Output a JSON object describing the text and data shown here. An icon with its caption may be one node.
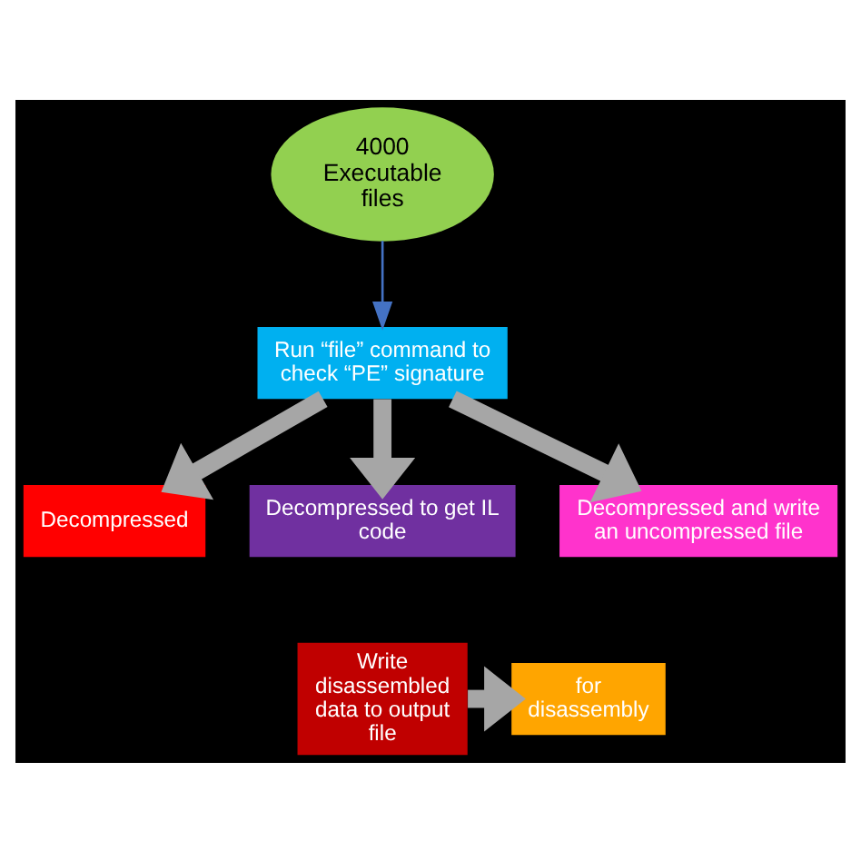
{
  "diagram": {
    "nodes": [
      {
        "text": [
          "4000 Executable files"
        ]
      },
      {
        "text": [
          "Run “file” command to check “PE” signature"
        ]
      },
      {
        "text": [
          "Decompressed"
        ]
      },
      {
        "text": [
          "Decompressed to get IL code"
        ]
      },
      {
        "text": [
          "Decompressed and write an uncompressed file"
        ]
      },
      {
        "text": [
          "Write disassembled data to output file"
        ]
      },
      {
        "text": [
          "for disassembly"
        ]
      }
    ],
    "edges": [
      {
        "from": 0,
        "to": 1,
        "arrow": "to",
        "color": "#4472c4"
      },
      {
        "from": 1,
        "to": 2,
        "arrow": "to"
      },
      {
        "from": 1,
        "to": 3,
        "arrow": "to"
      },
      {
        "from": 1,
        "to": 4,
        "arrow": "to"
      },
      {
        "from": 5,
        "to": 6,
        "arrow": "to"
      }
    ]
  }
}
